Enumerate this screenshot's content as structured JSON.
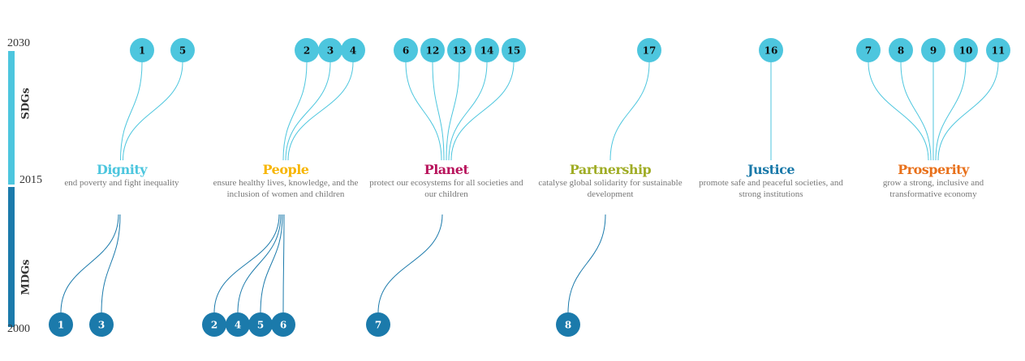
{
  "axis": {
    "year_top": "2030",
    "year_mid": "2015",
    "year_bottom": "2000",
    "sdg_label": "SDGs",
    "mdg_label": "MDGs"
  },
  "colors": {
    "sdg": "#4dc6de",
    "mdg": "#1b7aab",
    "sdg_text": "#111111",
    "mdg_text": "#ffffff"
  },
  "groups": [
    {
      "title": "Dignity",
      "desc": "end poverty and fight inequality",
      "color": "#4dc6de",
      "sdgs": [
        "1",
        "5"
      ],
      "mdgs": [
        "1",
        "3"
      ]
    },
    {
      "title": "People",
      "desc": "ensure healthy lives, knowledge, and the inclusion of women and children",
      "color": "#f7b500",
      "sdgs": [
        "2",
        "3",
        "4"
      ],
      "mdgs": [
        "2",
        "4",
        "5",
        "6"
      ]
    },
    {
      "title": "Planet",
      "desc": "protect our ecosystems for all societies and our children",
      "color": "#b8145c",
      "sdgs": [
        "6",
        "12",
        "13",
        "14",
        "15"
      ],
      "mdgs": [
        "7"
      ]
    },
    {
      "title": "Partnership",
      "desc": "catalyse global solidarity for sustainable development",
      "color": "#a0ad26",
      "sdgs": [
        "17"
      ],
      "mdgs": [
        "8"
      ]
    },
    {
      "title": "Justice",
      "desc": "promote safe and peaceful societies, and strong institutions",
      "color": "#1a79a9",
      "sdgs": [
        "16"
      ],
      "mdgs": []
    },
    {
      "title": "Prosperity",
      "desc": "grow a strong, inclusive and transformative economy",
      "color": "#e8701a",
      "sdgs": [
        "7",
        "8",
        "9",
        "10",
        "11"
      ],
      "mdgs": []
    }
  ]
}
